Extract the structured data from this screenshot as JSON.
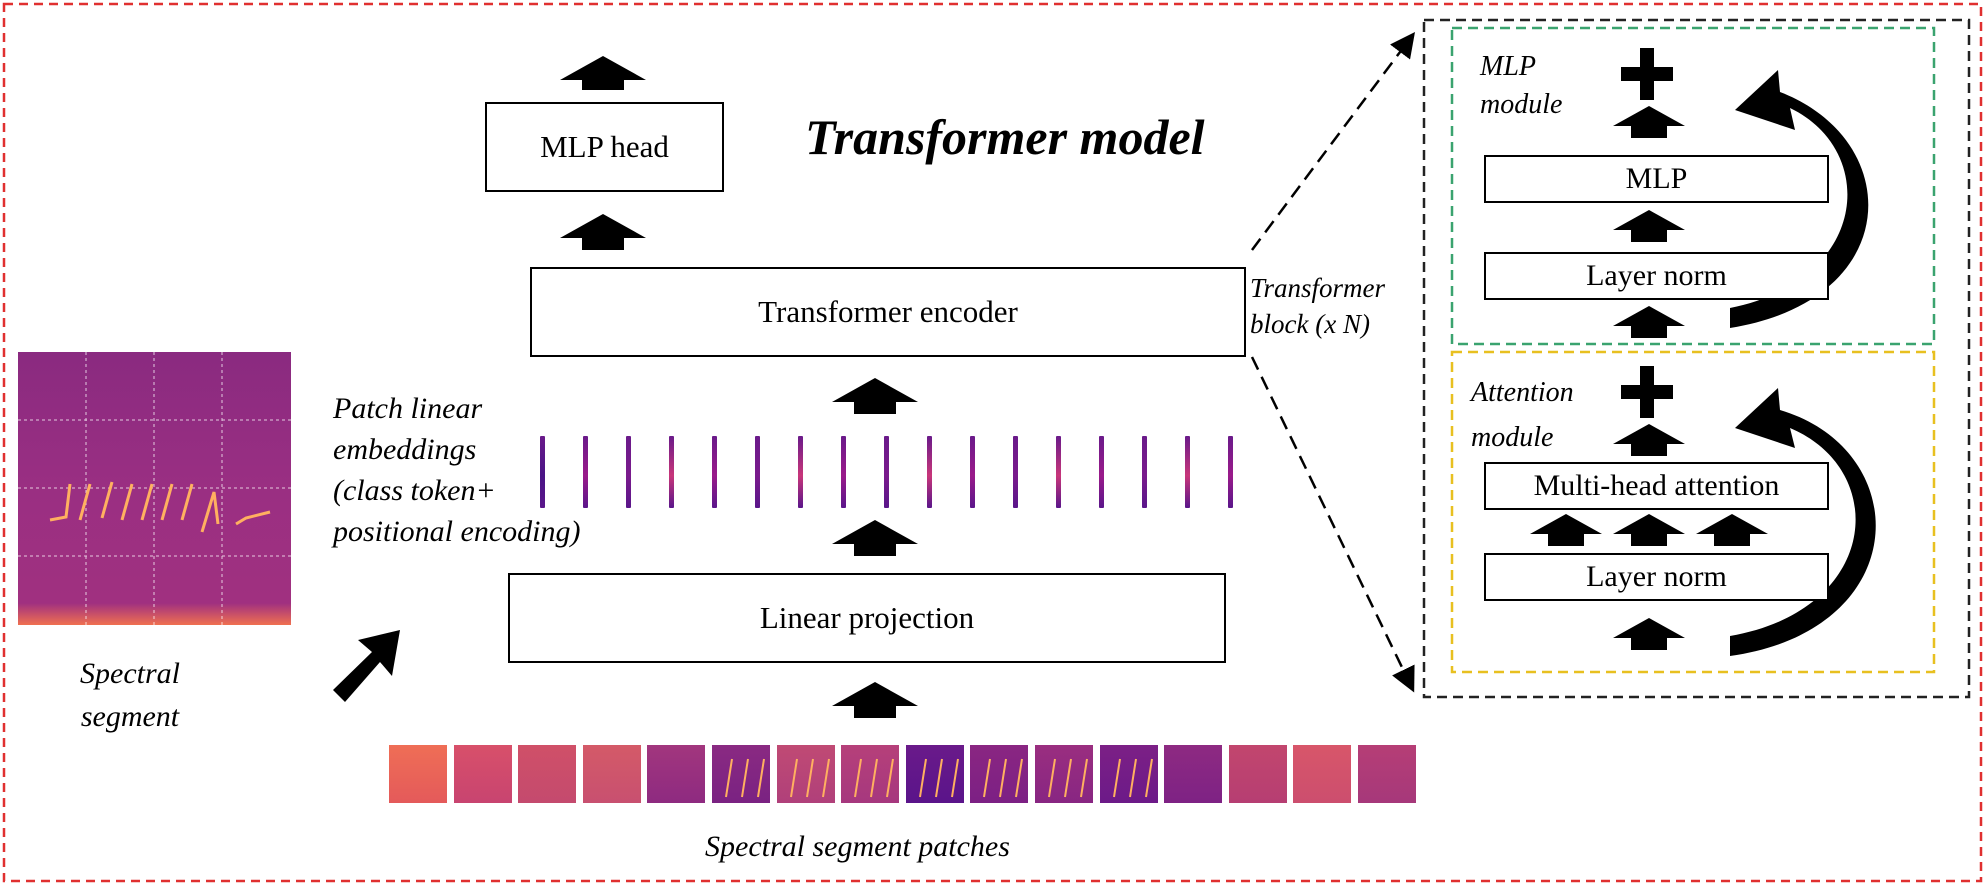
{
  "diagram": {
    "title": "Transformer model",
    "boxes": {
      "mlp_head": "MLP head",
      "transformer_encoder": "Transformer encoder",
      "linear_projection": "Linear projection",
      "mlp": "MLP",
      "layer_norm_top": "Layer norm",
      "multi_head_attention": "Multi-head attention",
      "layer_norm_bottom": "Layer norm"
    },
    "labels": {
      "patch_embeddings": [
        "Patch linear",
        "embeddings",
        "(class token+",
        "positional encoding)"
      ],
      "transformer_block": [
        "Transformer",
        "block (x N)"
      ],
      "mlp_module": [
        "MLP",
        "module"
      ],
      "attention_module": [
        "Attention",
        "module"
      ],
      "spectral_segment": [
        "Spectral",
        "segment"
      ],
      "spectral_segment_patches": "Spectral segment patches",
      "plus_symbol": "+"
    },
    "colors": {
      "outer_border": "#e03030",
      "block_border": "#222222",
      "mlp_module_border": "#3aa36f",
      "attention_module_border": "#e8c020",
      "token_colors": [
        "#4a1486",
        "#c8367a",
        "#9a1a8a",
        "#7a1a8c"
      ],
      "spectrogram_bg": "#8a2a80",
      "spectrogram_line": "#ffb060"
    },
    "icons": [
      "up-arrow-icon",
      "curved-skip-arrow-icon",
      "diagonal-arrow-icon",
      "plus-icon"
    ]
  }
}
